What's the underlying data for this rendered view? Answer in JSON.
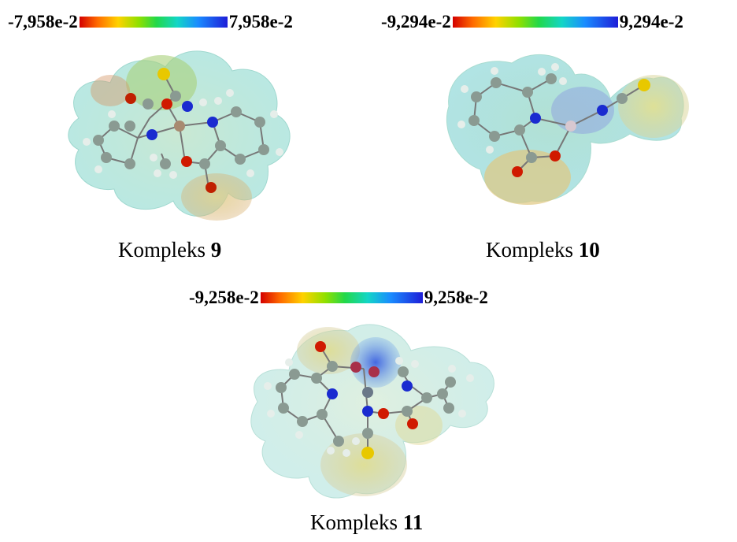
{
  "panels": [
    {
      "scale_min": "-7,958e-2",
      "scale_max": "7,958e-2",
      "caption_prefix": "Kompleks",
      "caption_number": "9"
    },
    {
      "scale_min": "-9,294e-2",
      "scale_max": "9,294e-2",
      "caption_prefix": "Kompleks",
      "caption_number": "10"
    },
    {
      "scale_min": "-9,258e-2",
      "scale_max": "9,258e-2",
      "caption_prefix": "Kompleks",
      "caption_number": "11"
    }
  ],
  "colors": {
    "scale_gradient": [
      "#d40000",
      "#ff6a00",
      "#ffd200",
      "#8fe000",
      "#22d84a",
      "#13d6c6",
      "#1a8cff",
      "#1e1ed8"
    ],
    "atom_carbon": "#8a9a92",
    "atom_hydrogen": "#e6eeea",
    "atom_nitrogen": "#1a2bd0",
    "atom_oxygen": "#d01a00",
    "atom_sulfur": "#e8c800",
    "atom_metal": "#c0a8a8"
  }
}
